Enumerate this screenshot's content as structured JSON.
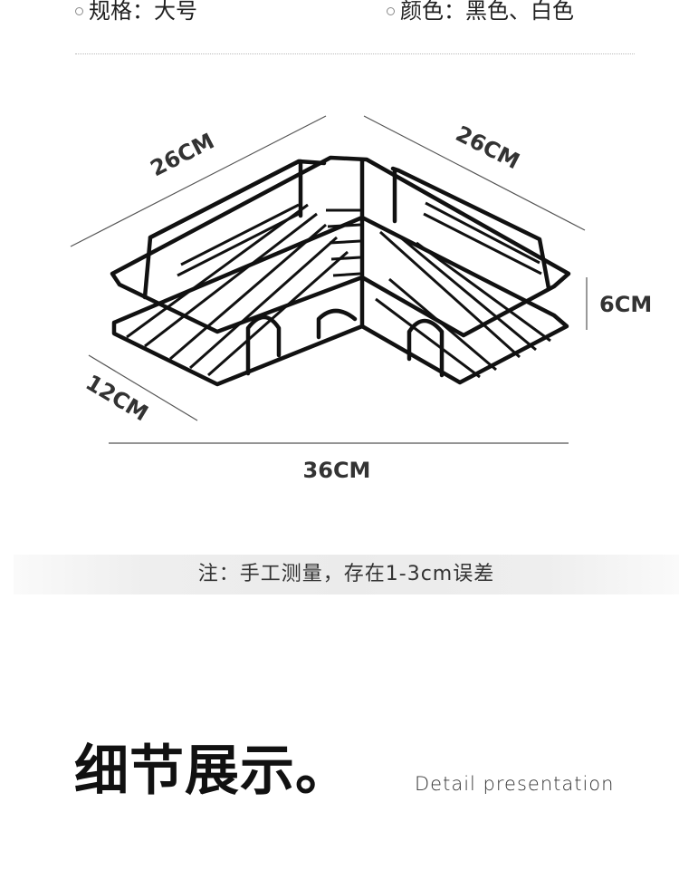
{
  "specs": {
    "size": "规格：大号",
    "color": "颜色：黑色、白色"
  },
  "diagram": {
    "dim_left_depth": "26CM",
    "dim_right_depth": "26CM",
    "dim_height": "6CM",
    "dim_front_depth": "12CM",
    "dim_width": "36CM",
    "product_color": "#111111"
  },
  "note": {
    "text": "注：手工测量，存在1-3cm误差"
  },
  "detail": {
    "title": "细节展示。",
    "subtitle": "Detail presentation"
  }
}
